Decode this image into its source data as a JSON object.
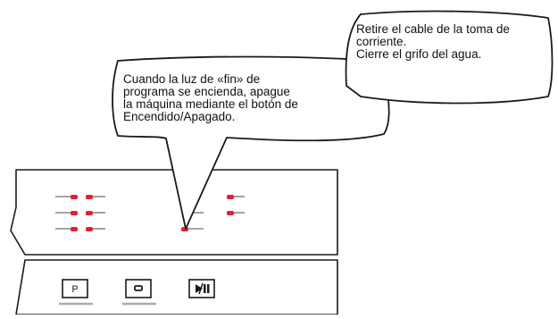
{
  "callouts": {
    "power_off": {
      "lines": [
        "Cuando la luz de «fin» de",
        "programa se encienda, apague",
        "la máquina mediante el botón de",
        "Encendido/Apagado."
      ]
    },
    "unplug": {
      "lines": [
        "Retire el cable de la toma de",
        "corriente.",
        "Cierre el grifo del agua."
      ]
    }
  },
  "panel": {
    "buttons": [
      {
        "label": "P",
        "icon": "program-button"
      },
      {
        "label": "",
        "icon": "stop-square-icon"
      },
      {
        "label": "",
        "icon": "play-pause-icon"
      }
    ],
    "indicator_color": "#e3202d",
    "line_color": "#1a1a1a"
  }
}
